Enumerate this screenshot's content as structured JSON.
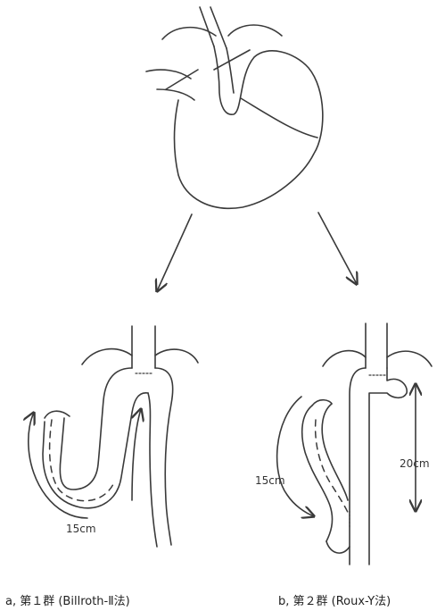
{
  "labels": {
    "a_length": "15cm",
    "b_length": "15cm",
    "b_loop": "20cm"
  },
  "captions": {
    "a": "a, 第１群 (Billroth-Ⅱ法)",
    "b": "b, 第２群 (Roux-Y法)"
  }
}
